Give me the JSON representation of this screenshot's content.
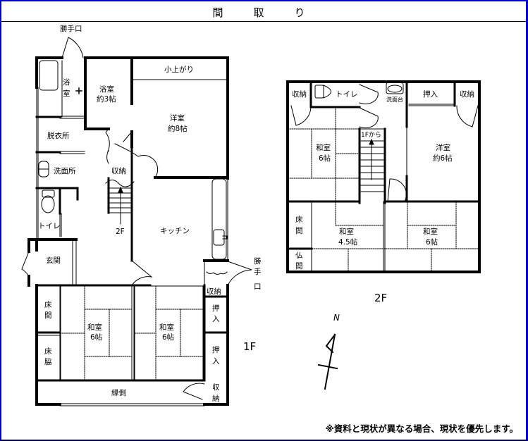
{
  "title": "間　取　り",
  "note": "※資料と現状が異なる場合、現状を優先します。",
  "floor1": {
    "label": "1F",
    "rooms": {
      "back_door_top": "勝手口",
      "bath_small_1": "浴",
      "bath_small_2": "室",
      "bath_room": "浴室",
      "bath_room_size": "約3帖",
      "loft": "小上がり",
      "western_room": "洋室",
      "western_room_size": "約8帖",
      "changing_room": "脱衣所",
      "washroom": "洗面所",
      "storage_stairs": "収納",
      "toilet": "トイレ",
      "stairs_up": "2F",
      "kitchen": "キッチン",
      "entrance": "玄関",
      "back_door_right_1": "勝",
      "back_door_right_2": "手",
      "back_door_right_3": "口",
      "storage_right": "収納",
      "alcove_1": "床",
      "alcove_2": "間",
      "side_alcove_1": "床",
      "side_alcove_2": "脇",
      "japanese_room_1": "和室",
      "japanese_room_1_size": "6帖",
      "japanese_room_2": "和室",
      "japanese_room_2_size": "6帖",
      "closet_1_a": "押",
      "closet_1_b": "入",
      "closet_2_a": "押",
      "closet_2_b": "入",
      "veranda": "縁側",
      "storage_bottom_1": "収",
      "storage_bottom_2": "納"
    }
  },
  "floor2": {
    "label": "2F",
    "rooms": {
      "storage_left": "収納",
      "toilet": "トイレ",
      "wash_basin": "洗面台",
      "closet": "押入",
      "storage_right": "収納",
      "japanese_room_a": "和室",
      "japanese_room_a_size": "6帖",
      "stairs_from": "1Fから",
      "western_room": "洋室",
      "western_room_size": "約6帖",
      "alcove_1": "床",
      "alcove_2": "間",
      "altar_1": "仏",
      "altar_2": "間",
      "japanese_room_b": "和室",
      "japanese_room_b_size": "4.5帖",
      "japanese_room_c": "和室",
      "japanese_room_c_size": "6帖"
    }
  },
  "compass": {
    "label": "N"
  }
}
